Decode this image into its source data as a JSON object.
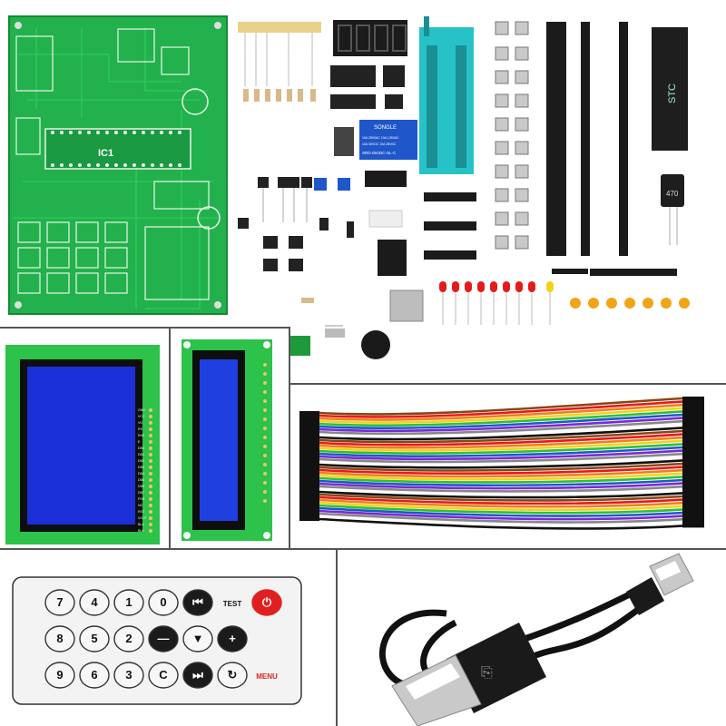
{
  "pcb": {
    "silk_ic": "IC1"
  },
  "lcd_12864": {
    "pins": [
      "GND",
      "VCC",
      "VO",
      "RS",
      "R/W",
      "E",
      "DB0",
      "DB1",
      "DB2",
      "DB3",
      "DB4",
      "DB5",
      "DB6",
      "DB7",
      "PSB",
      "NC",
      "RST",
      "VOUT",
      "BLA",
      "BLK"
    ]
  },
  "relay": {
    "brand": "SONGLE",
    "line1": "10A 250VAC 10A 125VAC",
    "line2": "10A 30VDC 10A 28VDC",
    "model": "SRD-05VDC-SL-C"
  },
  "mcu": {
    "brand": "STC"
  },
  "capacitor": {
    "value": "470"
  },
  "remote": {
    "buttons": [
      {
        "label": "7",
        "style": "round"
      },
      {
        "label": "4",
        "style": "round"
      },
      {
        "label": "1",
        "style": "round"
      },
      {
        "label": "0",
        "style": "round"
      },
      {
        "label": "⏮",
        "style": "dark"
      },
      {
        "label": "TEST",
        "style": "text"
      },
      {
        "label": "⏻",
        "style": "power"
      },
      {
        "label": "8",
        "style": "round"
      },
      {
        "label": "5",
        "style": "round"
      },
      {
        "label": "2",
        "style": "round"
      },
      {
        "label": "—",
        "style": "dark"
      },
      {
        "label": "▼",
        "style": "round"
      },
      {
        "label": "+",
        "style": "dark"
      },
      {
        "label": "9",
        "style": "round"
      },
      {
        "label": "6",
        "style": "round"
      },
      {
        "label": "3",
        "style": "round"
      },
      {
        "label": "C",
        "style": "round"
      },
      {
        "label": "⏭",
        "style": "dark"
      },
      {
        "label": "↻",
        "style": "round"
      },
      {
        "label": "MENU",
        "style": "text-red"
      }
    ]
  },
  "colors": {
    "pcb_green": "#22b14c",
    "pcb_dark": "#148a34",
    "lcd_blue": "#1a2fd6",
    "zif_teal": "#27c2c8",
    "relay_blue": "#1f56c9",
    "power_red": "#e02020"
  }
}
